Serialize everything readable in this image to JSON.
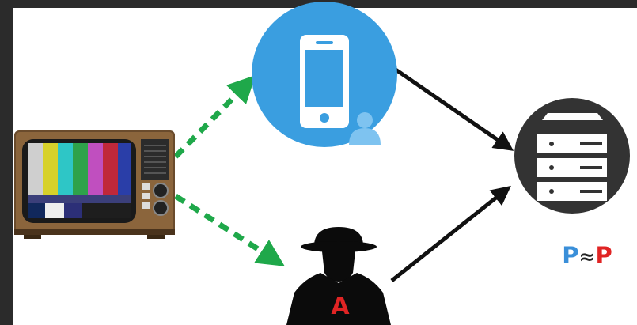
{
  "diagram": {
    "formula": {
      "left": "P",
      "symbol": "≈",
      "right": "P"
    },
    "attacker_label": "A",
    "nodes": {
      "tv": {
        "icon": "retro-tv-icon"
      },
      "phone": {
        "icon": "smartphone-user-icon",
        "circle_color": "#3a9ee0"
      },
      "attacker": {
        "icon": "spy-silhouette-icon"
      },
      "server": {
        "icon": "server-icon",
        "circle_color": "#333333"
      }
    },
    "colors": {
      "dashed_arrow": "#1fa84a",
      "solid_arrow": "#111111",
      "formula_left": "#3a8fd9",
      "formula_right": "#e02424"
    }
  }
}
